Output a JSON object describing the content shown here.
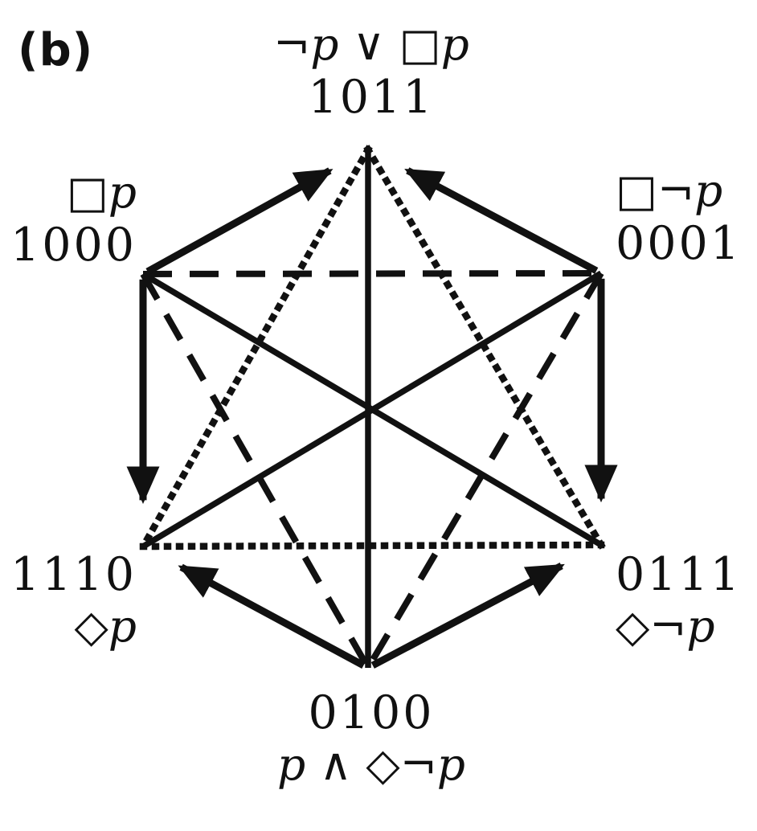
{
  "figure": {
    "panel_label": "(b)",
    "ink_color": "#111111",
    "background_color": "#ffffff"
  },
  "vertices": [
    {
      "id": "top",
      "formula": "¬p ∨ □p",
      "bitstring": "1011"
    },
    {
      "id": "upper-left",
      "formula": "□p",
      "bitstring": "1000"
    },
    {
      "id": "upper-right",
      "formula": "□¬p",
      "bitstring": "0001"
    },
    {
      "id": "lower-left",
      "formula": "◇p",
      "bitstring": "1110"
    },
    {
      "id": "lower-right",
      "formula": "◇¬p",
      "bitstring": "0111"
    },
    {
      "id": "bottom",
      "formula": "p ∧ ◇¬p",
      "bitstring": "0100"
    }
  ],
  "edges": [
    {
      "from": "top",
      "to": "bottom",
      "style": "solid",
      "arrow": false,
      "relation": "contradiction"
    },
    {
      "from": "upper-left",
      "to": "lower-right",
      "style": "solid",
      "arrow": false,
      "relation": "contradiction"
    },
    {
      "from": "upper-right",
      "to": "lower-left",
      "style": "solid",
      "arrow": false,
      "relation": "contradiction"
    },
    {
      "from": "upper-left",
      "to": "upper-right",
      "style": "dashed",
      "arrow": false,
      "relation": "contrariety"
    },
    {
      "from": "upper-left",
      "to": "bottom",
      "style": "dashed",
      "arrow": false,
      "relation": "contrariety"
    },
    {
      "from": "upper-right",
      "to": "bottom",
      "style": "dashed",
      "arrow": false,
      "relation": "contrariety"
    },
    {
      "from": "lower-left",
      "to": "lower-right",
      "style": "dotted",
      "arrow": false,
      "relation": "subcontrariety"
    },
    {
      "from": "top",
      "to": "lower-left",
      "style": "dotted",
      "arrow": false,
      "relation": "subcontrariety"
    },
    {
      "from": "top",
      "to": "lower-right",
      "style": "dotted",
      "arrow": false,
      "relation": "subcontrariety"
    },
    {
      "from": "upper-left",
      "to": "top",
      "style": "solid",
      "arrow": true,
      "relation": "subalternation"
    },
    {
      "from": "upper-right",
      "to": "top",
      "style": "solid",
      "arrow": true,
      "relation": "subalternation"
    },
    {
      "from": "upper-left",
      "to": "lower-left",
      "style": "solid",
      "arrow": true,
      "relation": "subalternation"
    },
    {
      "from": "upper-right",
      "to": "lower-right",
      "style": "solid",
      "arrow": true,
      "relation": "subalternation"
    },
    {
      "from": "bottom",
      "to": "lower-left",
      "style": "solid",
      "arrow": true,
      "relation": "subalternation"
    },
    {
      "from": "bottom",
      "to": "lower-right",
      "style": "solid",
      "arrow": true,
      "relation": "subalternation"
    }
  ]
}
